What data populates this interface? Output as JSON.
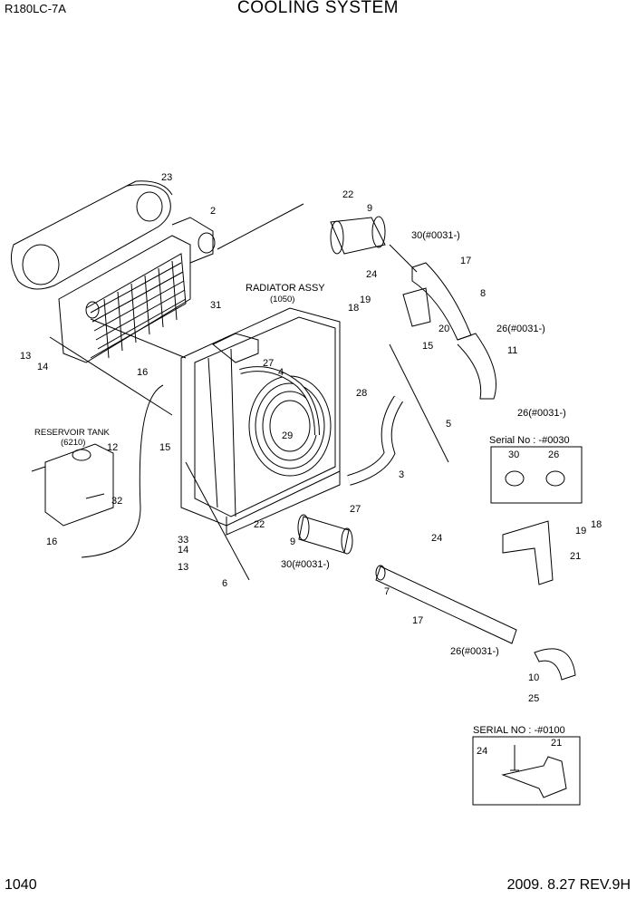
{
  "header": {
    "model": "R180LC-7A",
    "title": "COOLING SYSTEM"
  },
  "footer": {
    "page": "1040",
    "revision": "2009. 8.27  REV.9H"
  },
  "assembly_labels": {
    "radiator_assy": "RADIATOR ASSY",
    "radiator_assy_no": "(1050)",
    "reservoir_tank": "RESERVOIR TANK",
    "reservoir_tank_no": "(6210)"
  },
  "serial_boxes": {
    "box1_title": "Serial No : -#0030",
    "box1_parts": [
      "30",
      "26"
    ],
    "box2_title": "SERIAL NO : -#0100",
    "box2_parts": [
      "24",
      "21"
    ]
  },
  "callouts": [
    "23",
    "2",
    "22",
    "9",
    "30(#0031-)",
    "17",
    "24",
    "31",
    "8",
    "19",
    "18",
    "20",
    "26(#0031-)",
    "15",
    "11",
    "13",
    "14",
    "16",
    "27",
    "4",
    "28",
    "5",
    "26(#0031-)",
    "12",
    "29",
    "15",
    "3",
    "32",
    "27",
    "22",
    "9",
    "33",
    "14",
    "16",
    "13",
    "6",
    "30(#0031-)",
    "24",
    "19",
    "18",
    "21",
    "7",
    "17",
    "26(#0031-)",
    "10",
    "25"
  ]
}
